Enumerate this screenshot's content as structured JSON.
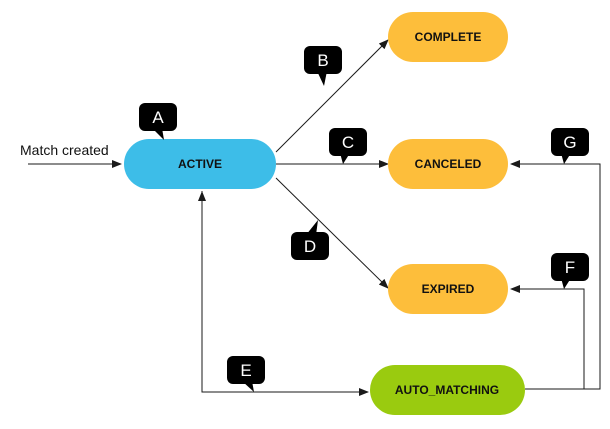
{
  "colors": {
    "active": "#3dbde8",
    "end_state": "#fdbe3b",
    "auto_matching": "#9acb0f",
    "callout": "#000000",
    "edge": "#1a1a1a"
  },
  "entry": {
    "label": "Match created"
  },
  "states": {
    "active": "ACTIVE",
    "complete": "COMPLETE",
    "canceled": "CANCELED",
    "expired": "EXPIRED",
    "auto_matching": "AUTO_MATCHING"
  },
  "callouts": {
    "a": "A",
    "b": "B",
    "c": "C",
    "d": "D",
    "e": "E",
    "f": "F",
    "g": "G"
  }
}
